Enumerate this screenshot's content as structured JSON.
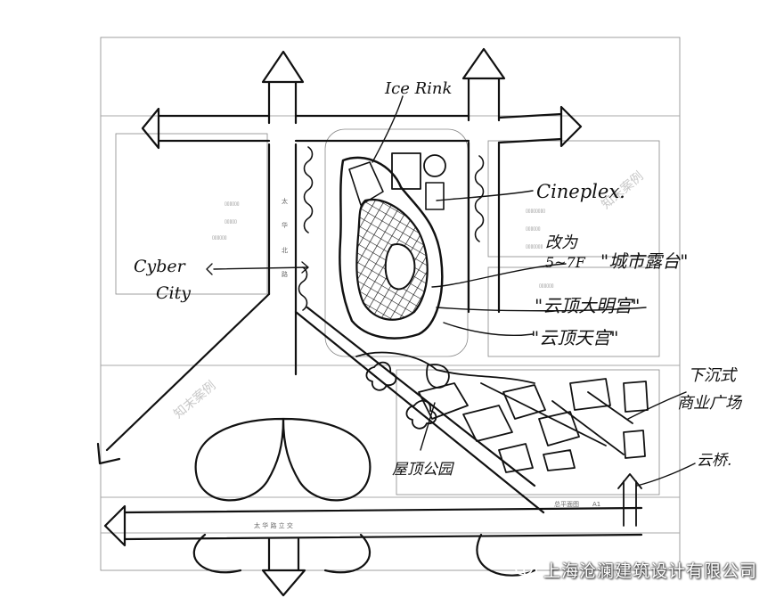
{
  "annotations": {
    "ice_rink": "Ice Rink",
    "cineplex": "Cineplex.",
    "cyber_city_1": "Cyber",
    "cyber_city_2": "City",
    "change_to_line1": "改为",
    "change_to_line2": "5~7F",
    "city_terrace": "\"城市露台\"",
    "cloud_palace": "\"云顶大明宫\"",
    "cloud_sky_palace": "\"云顶天宫\"",
    "sunken_1": "下沉式",
    "sunken_2": "商业广场",
    "lookout": "云桥.",
    "rooftop_park": "屋顶公园"
  },
  "plan_labels": {
    "road_vertical_left": [
      "太",
      "华",
      "北",
      "路"
    ],
    "road_bottom": "太 华 路 立 交",
    "plan_title": "总平面图",
    "plan_sheet": "A1"
  },
  "watermark": {
    "text": "上海沧澜建筑设计有限公司",
    "faint_1": "知末案例",
    "faint_2": "知末案例"
  },
  "colors": {
    "ink": "#111111",
    "paper": "#ffffff",
    "plan_lines": "#888888"
  }
}
